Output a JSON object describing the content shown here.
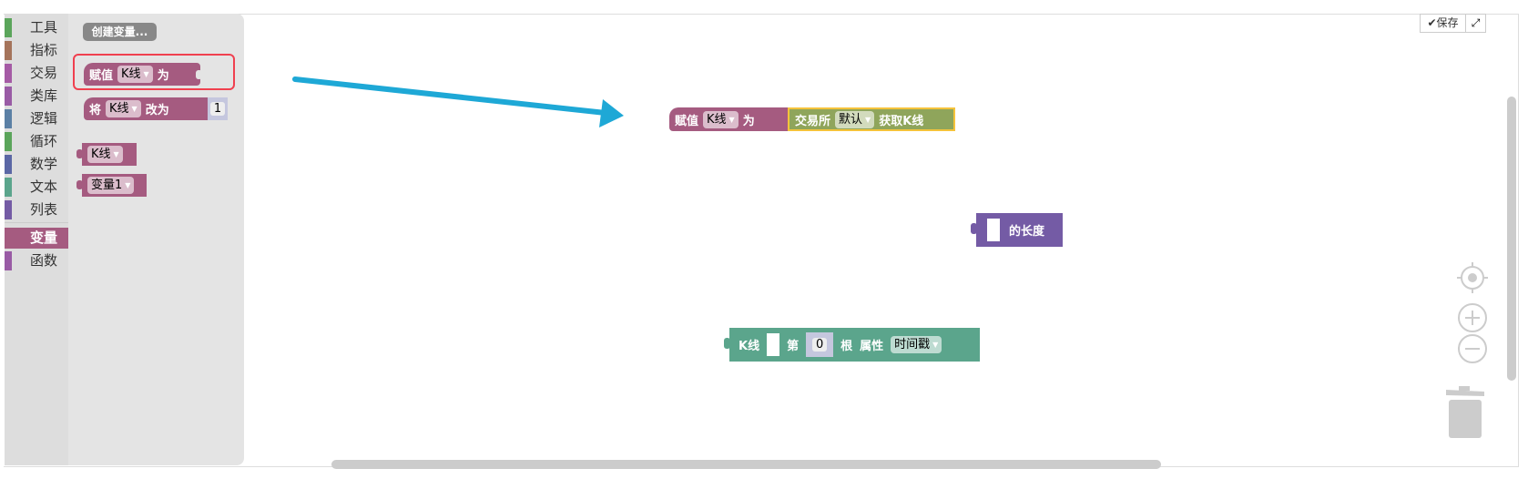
{
  "toolbox": {
    "categories": [
      {
        "label": "工具",
        "color": "#5BA55B"
      },
      {
        "label": "指标",
        "color": "#A5745B"
      },
      {
        "label": "交易",
        "color": "#A55BA5"
      },
      {
        "label": "类库",
        "color": "#995BA5"
      },
      {
        "label": "逻辑",
        "color": "#5B80A5"
      },
      {
        "label": "循环",
        "color": "#5BA55B"
      },
      {
        "label": "数学",
        "color": "#5B67A5"
      },
      {
        "label": "文本",
        "color": "#5BA58C"
      },
      {
        "label": "列表",
        "color": "#745BA5"
      },
      {
        "label": "变量",
        "color": "#A55B80",
        "selected": true
      },
      {
        "label": "函数",
        "color": "#995BA5"
      }
    ]
  },
  "flyout": {
    "create_variable": "创建变量...",
    "set_block": {
      "prefix": "赋值",
      "var": "K线",
      "suffix": "为"
    },
    "change_block": {
      "prefix": "将",
      "var": "K线",
      "suffix": "改为",
      "value": "1"
    },
    "get_kline": "K线",
    "get_var1": "变量1"
  },
  "workspace": {
    "set_block": {
      "prefix": "赋值",
      "var": "K线",
      "suffix": "为"
    },
    "exchange_block": {
      "prefix": "交易所",
      "exchange": "默认",
      "suffix": "获取K线"
    },
    "length_block": {
      "label": "的长度"
    },
    "kline_block": {
      "prefix": "K线",
      "index_label": "第",
      "index": "0",
      "attr_prefix": "根",
      "attr_label": "属性",
      "attr": "时间戳"
    },
    "save_label": "保存"
  },
  "colors": {
    "variable": "#A55B80",
    "exchange": "#8FA55B",
    "list": "#745BA5",
    "text": "#5BA58C",
    "arrow": "#1EA8D6",
    "highlight": "#F0404F"
  }
}
